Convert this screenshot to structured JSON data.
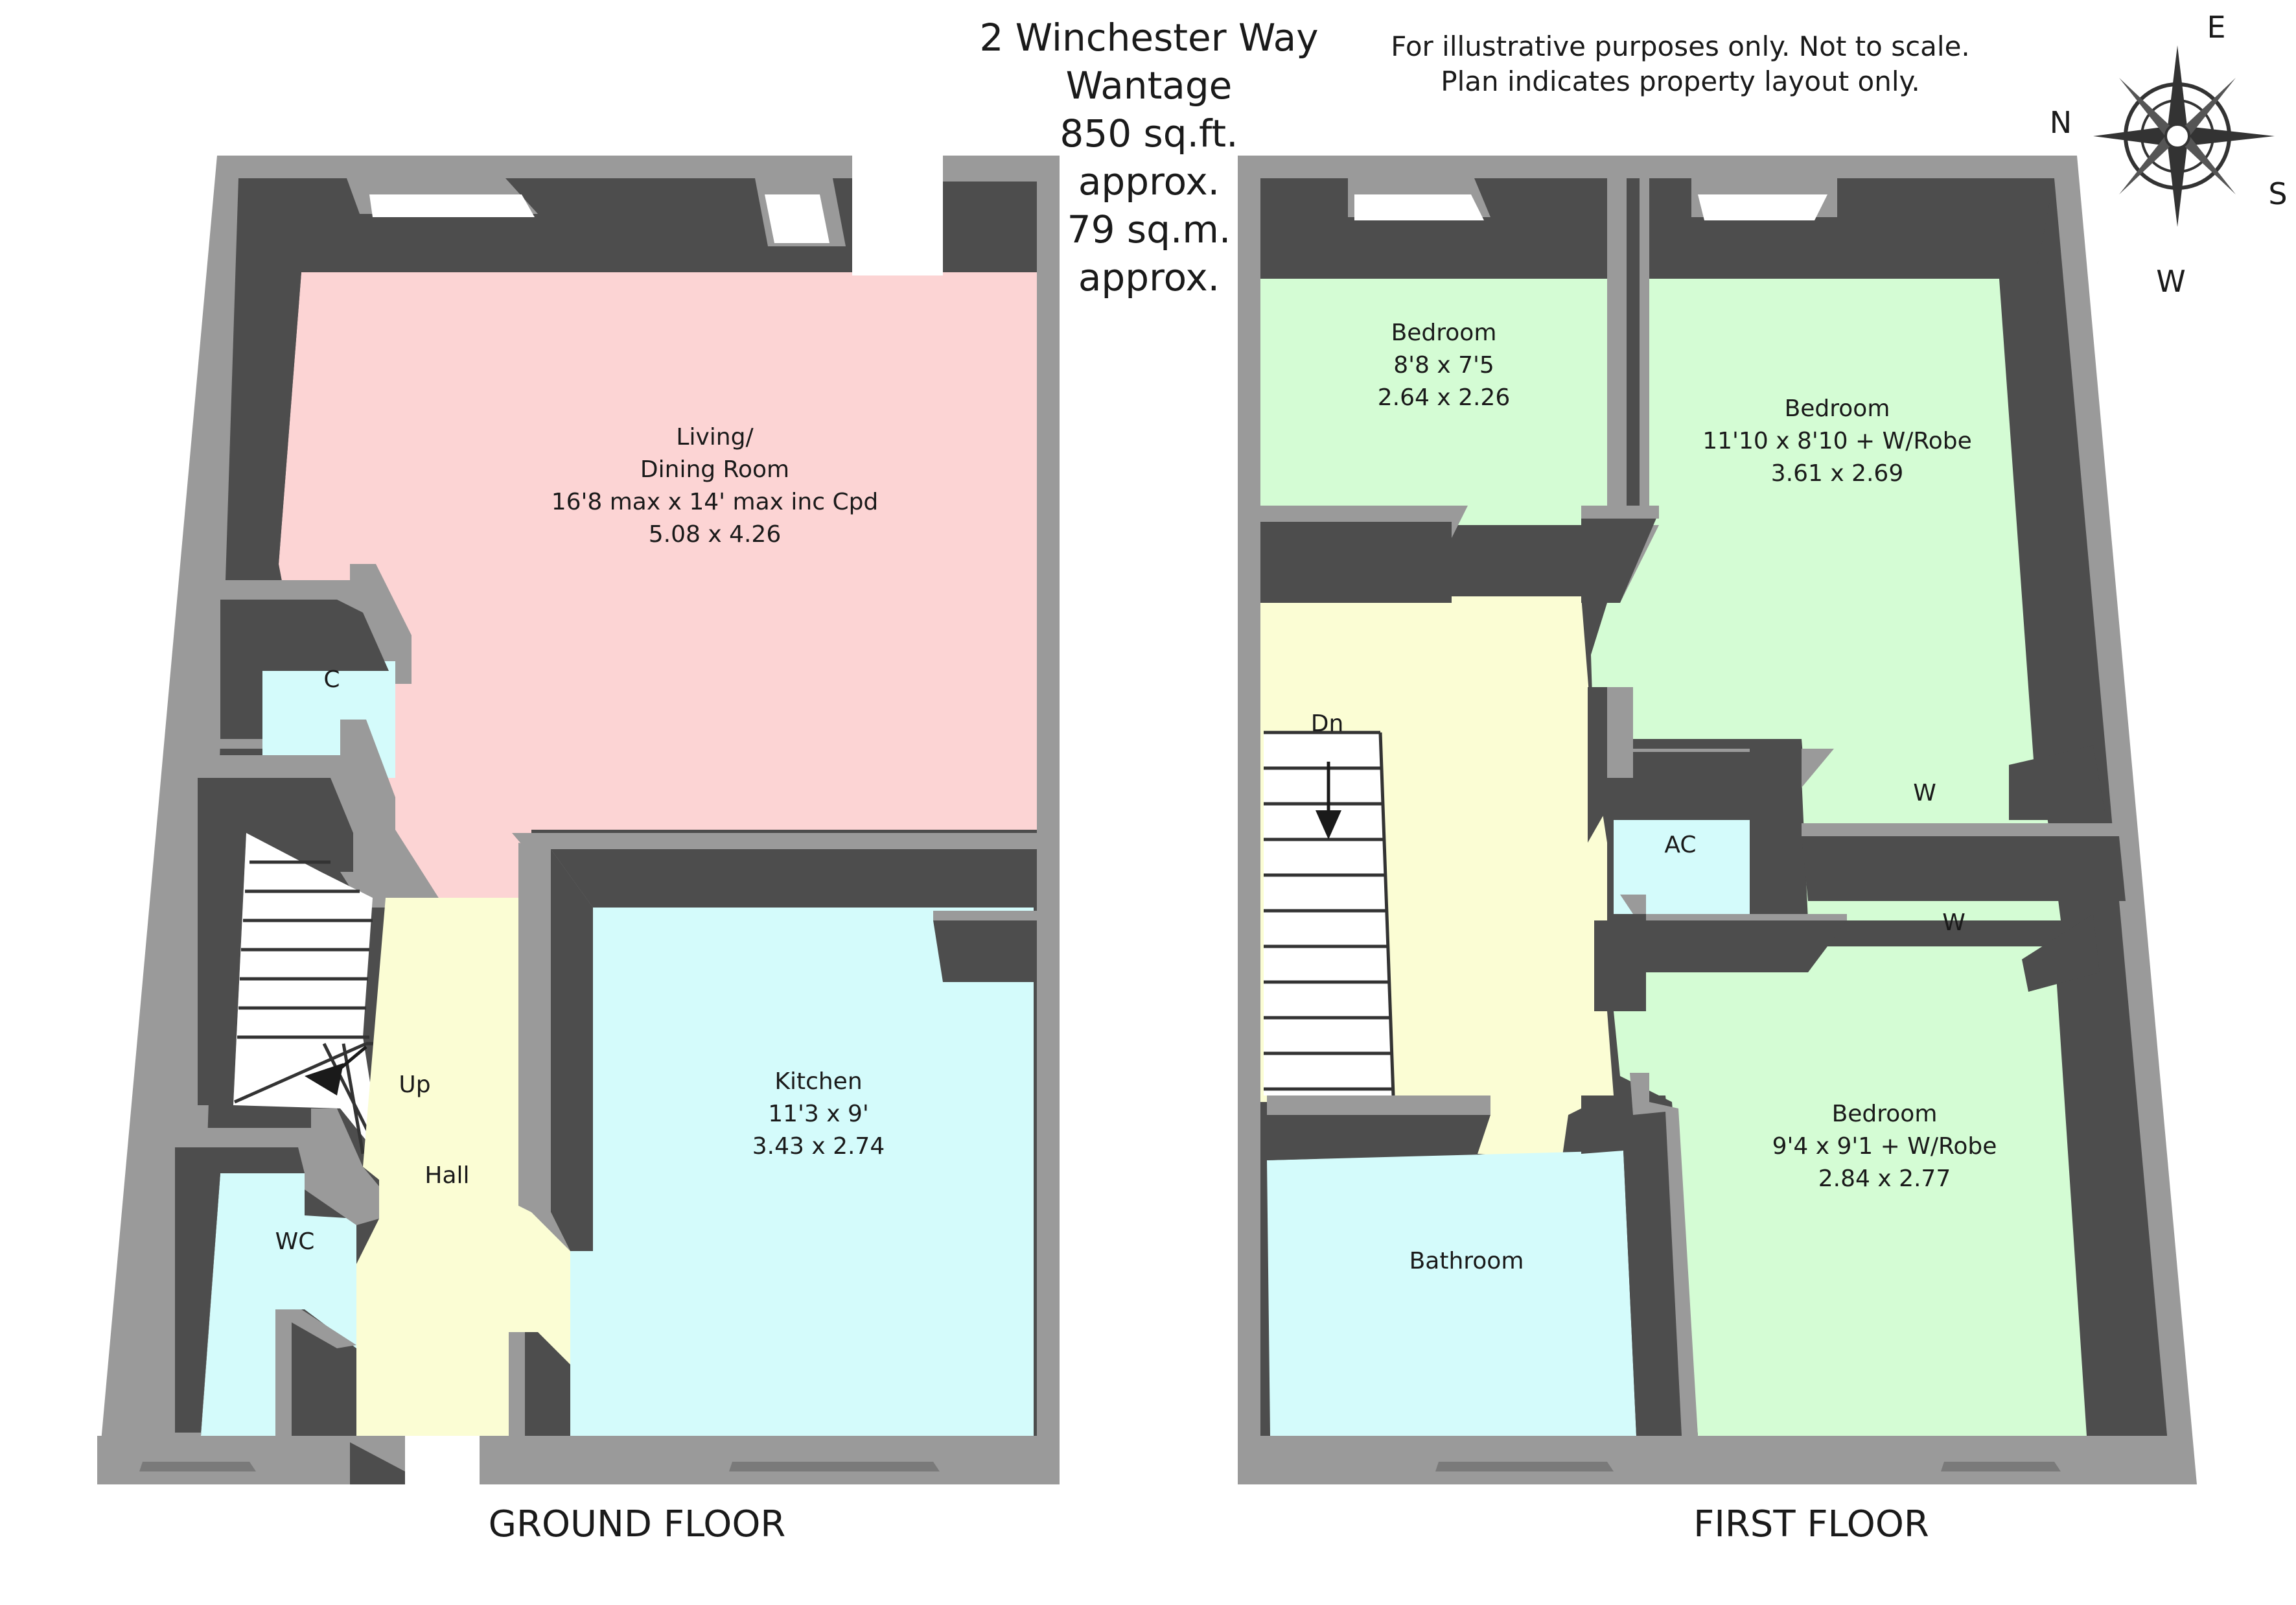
{
  "header": {
    "address_line1": "2 Winchester Way",
    "address_line2": "Wantage",
    "area_sqft": "850 sq.ft.",
    "approx1": "approx.",
    "area_sqm": "79 sq.m.",
    "approx2": "approx."
  },
  "disclaimer": {
    "line1": "For illustrative purposes only. Not to scale.",
    "line2": "Plan indicates property layout only."
  },
  "compass": {
    "n": "N",
    "e": "E",
    "s": "S",
    "w": "W"
  },
  "ground_floor": {
    "label": "GROUND FLOOR",
    "living": {
      "name1": "Living/",
      "name2": "Dining Room",
      "imperial": "16'8 max x 14' max inc Cpd",
      "metric": "5.08 x 4.26"
    },
    "cupboard": "C",
    "kitchen": {
      "name": "Kitchen",
      "imperial": "11'3 x 9'",
      "metric": "3.43 x 2.74"
    },
    "stairs_label": "Up",
    "hall": "Hall",
    "wc": "WC"
  },
  "first_floor": {
    "label": "FIRST FLOOR",
    "bedroom_small": {
      "name": "Bedroom",
      "imperial": "8'8 x 7'5",
      "metric": "2.64 x 2.26"
    },
    "bedroom_large": {
      "name": "Bedroom",
      "imperial": "11'10 x 8'10 + W/Robe",
      "metric": "3.61 x 2.69"
    },
    "bedroom_third": {
      "name": "Bedroom",
      "imperial": "9'4 x 9'1 + W/Robe",
      "metric": "2.84 x 2.77"
    },
    "stairs_label": "Dn",
    "airing_cupboard": "AC",
    "wardrobe1": "W",
    "wardrobe2": "W",
    "bathroom": "Bathroom"
  },
  "colors": {
    "wall_top": "#9a9a9a",
    "wall_side": "#4d4d4d",
    "living": "#fcd4d4",
    "blue": "#d4fbfb",
    "yellow": "#fbfdd4",
    "green": "#d4fcd4"
  }
}
